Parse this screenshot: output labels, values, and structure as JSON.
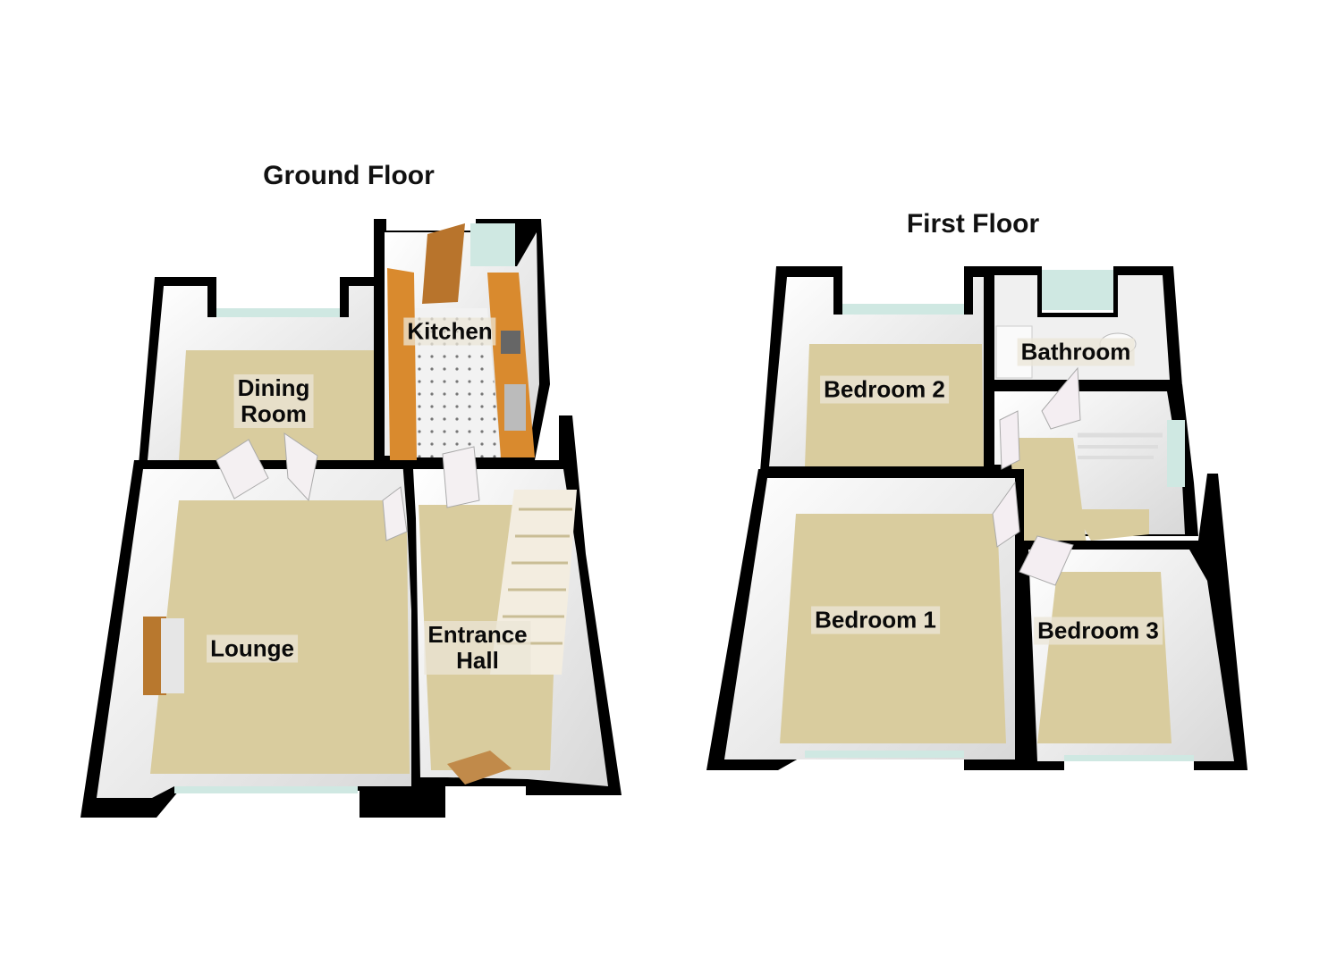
{
  "ground_floor": {
    "title": "Ground Floor",
    "rooms": {
      "dining": [
        "Dining",
        "Room"
      ],
      "kitchen": "Kitchen",
      "lounge": "Lounge",
      "hall": [
        "Entrance",
        "Hall"
      ]
    }
  },
  "first_floor": {
    "title": "First Floor",
    "rooms": {
      "bedroom2": "Bedroom 2",
      "bathroom": "Bathroom",
      "bedroom1": "Bedroom 1",
      "bedroom3": "Bedroom 3"
    }
  },
  "colors": {
    "wall": "#000000",
    "floor": "#d9cc9e",
    "wall_face": "#eeeeee",
    "window": "#cfe8e2",
    "worktop": "#d98a2e"
  }
}
